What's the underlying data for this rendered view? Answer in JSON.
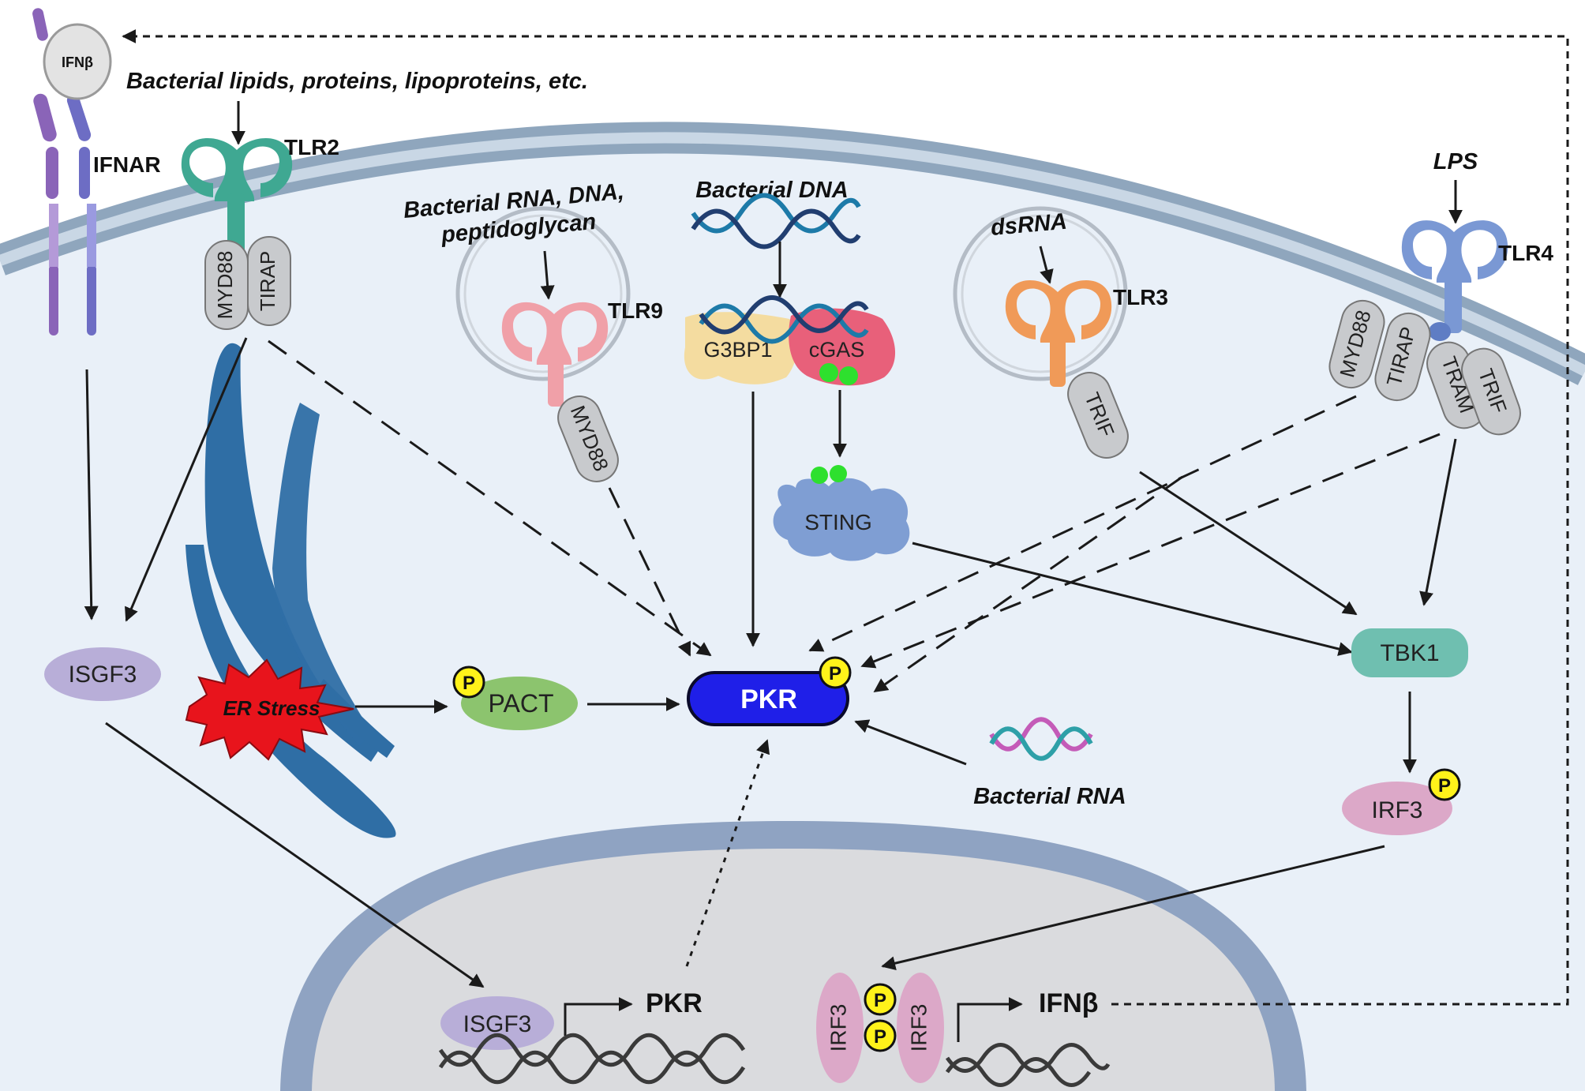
{
  "colors": {
    "cytoplasm": "#e9f0f8",
    "membrane_outer": "#8fa6bd",
    "membrane_inner": "#b9cbdc",
    "nucleus_fill": "#d9dadc",
    "nucleus_membrane": "#93a7c4",
    "pkr_fill": "#1f1fe8",
    "phospho": "#fff21a",
    "er": "#2f6ea5",
    "er_stress": "#e8141c",
    "pact": "#8cc46e",
    "isgf3": "#b8aed8",
    "tbk1": "#6fbfb0",
    "irf3": "#dca8c8",
    "sting": "#7f9ed3",
    "cgas": "#e8607a",
    "g3bp1": "#f4dca0",
    "tlr2": "#3fa892",
    "tlr9": "#f0a0a8",
    "tlr3": "#f09a58",
    "tlr4": "#7a98d4",
    "ifnar": "#8a64b8",
    "adaptor": "#c8cacd"
  },
  "receptors": {
    "ifnb_ligand": "IFNβ",
    "ifnar": "IFNAR",
    "tlr2": "TLR2",
    "tlr9": "TLR9",
    "tlr3": "TLR3",
    "tlr4": "TLR4"
  },
  "ligands": {
    "tlr2": "Bacterial lipids, proteins, lipoproteins, etc.",
    "tlr9_line1": "Bacterial RNA, DNA,",
    "tlr9_line2": "peptidoglycan",
    "bacterial_dna": "Bacterial DNA",
    "tlr3": "dsRNA",
    "tlr4": "LPS",
    "bacterial_rna": "Bacterial RNA"
  },
  "adaptors": {
    "myd88": "MYD88",
    "tirap": "TIRAP",
    "trif": "TRIF",
    "tram": "TRAM"
  },
  "proteins": {
    "g3bp1": "G3BP1",
    "cgas": "cGAS",
    "sting": "STING",
    "pkr": "PKR",
    "pact": "PACT",
    "isgf3": "ISGF3",
    "tbk1": "TBK1",
    "irf3": "IRF3",
    "er_stress": "ER Stress",
    "phospho": "P"
  },
  "nucleus": {
    "isgf3": "ISGF3",
    "pkr_gene": "PKR",
    "irf3": "IRF3",
    "ifnb_gene": "IFNβ"
  }
}
